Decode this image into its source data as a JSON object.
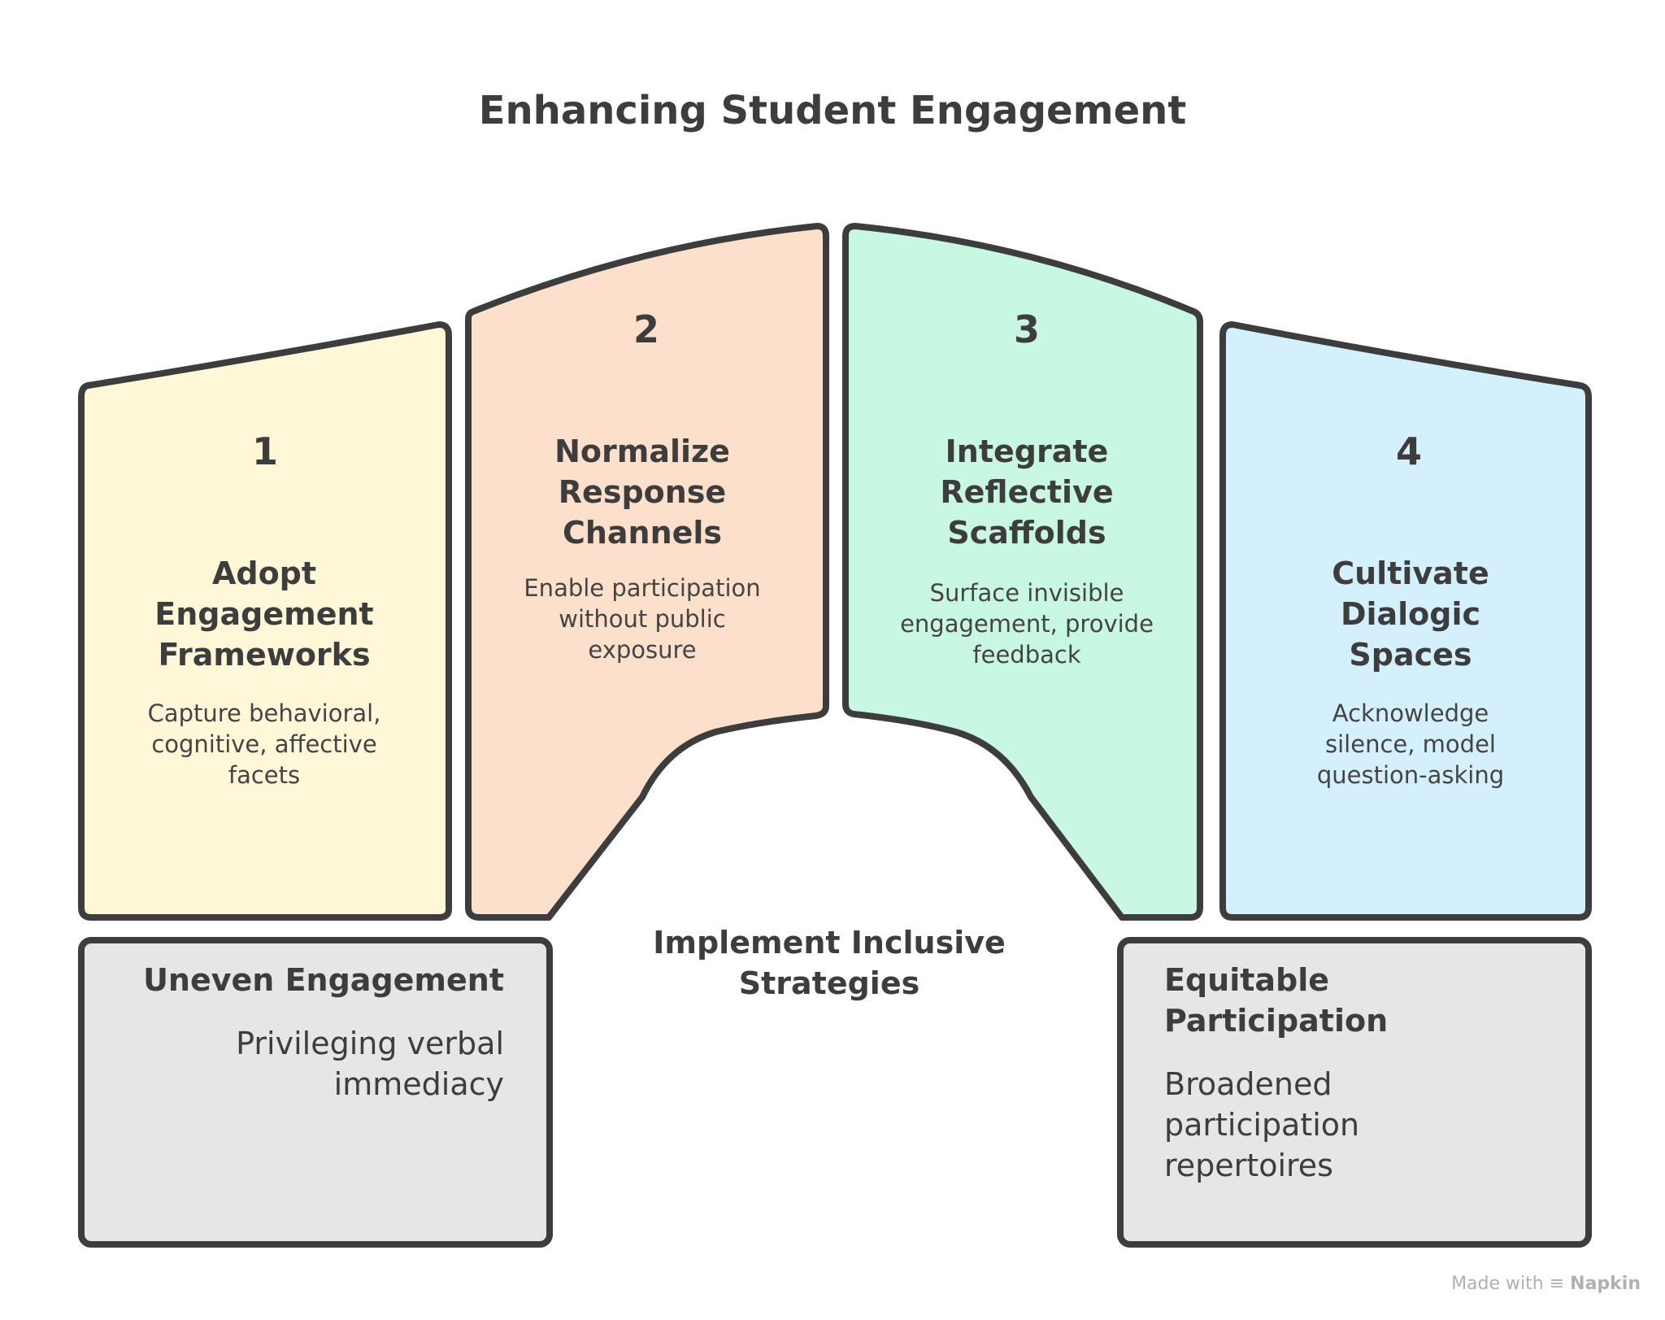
{
  "title": "Enhancing Student Engagement",
  "colors": {
    "outline": "#3d3d3d",
    "card1": "#fef7d8",
    "card2": "#fde0cc",
    "card3": "#c8f8e2",
    "card4": "#d4f0fc",
    "base": "#e6e6e6"
  },
  "cards": [
    {
      "number": "1",
      "heading": "Adopt Engagement Frameworks",
      "description": "Capture behavioral, cognitive, affective facets"
    },
    {
      "number": "2",
      "heading": "Normalize Response Channels",
      "description": "Enable participation without public exposure"
    },
    {
      "number": "3",
      "heading": "Integrate Reflective Scaffolds",
      "description": "Surface invisible engagement, provide feedback"
    },
    {
      "number": "4",
      "heading": "Cultivate Dialogic Spaces",
      "description": "Acknowledge silence, model question-asking"
    }
  ],
  "left_base": {
    "heading": "Uneven Engagement",
    "description": "Privileging verbal immediacy"
  },
  "right_base": {
    "heading": "Equitable Participation",
    "description": "Broadened participation repertoires"
  },
  "center_label": "Implement Inclusive Strategies",
  "footer": {
    "prefix": "Made with",
    "brand": "Napkin",
    "icon": "napkin-logo-icon"
  }
}
